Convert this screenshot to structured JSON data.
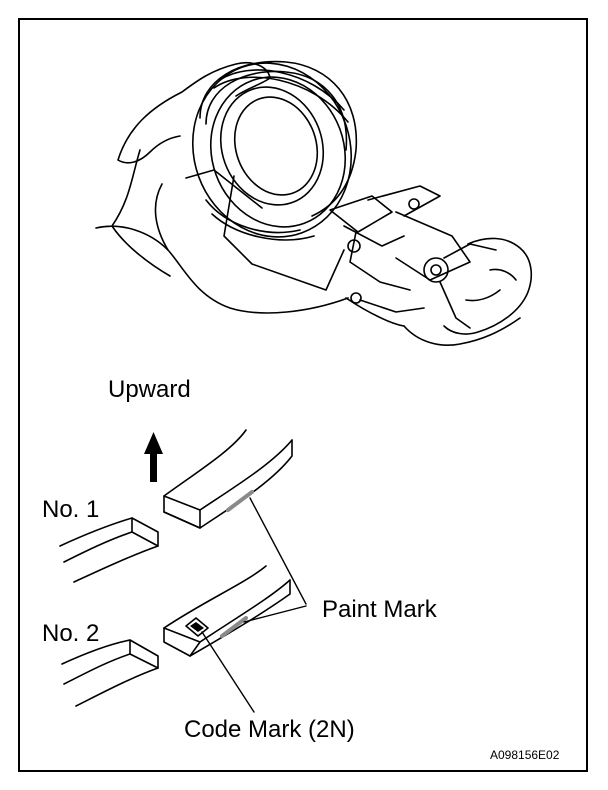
{
  "labels": {
    "upward": "Upward",
    "no1": "No. 1",
    "no2": "No. 2",
    "paint_mark": "Paint Mark",
    "code_mark": "Code Mark (2N)",
    "figure_code": "A098156E02"
  },
  "colors": {
    "ink": "#000000",
    "paper": "#ffffff",
    "paint_mark_fill": "#8a8a8a"
  }
}
